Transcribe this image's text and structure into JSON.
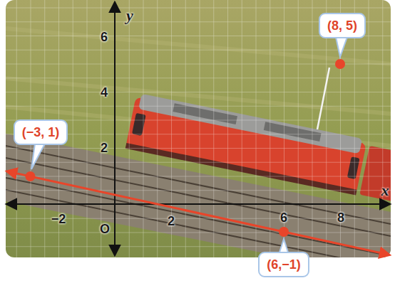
{
  "diagram": {
    "nodes": [
      {
        "text": [
          "(8, 5)"
        ]
      },
      {
        "text": [
          "(−3, 1)"
        ]
      },
      {
        "text": [
          "(6,−1)"
        ]
      }
    ],
    "labels": [
      "y",
      "6",
      "4",
      "2",
      "x",
      "−2",
      "O",
      "2",
      "6",
      "8"
    ]
  }
}
